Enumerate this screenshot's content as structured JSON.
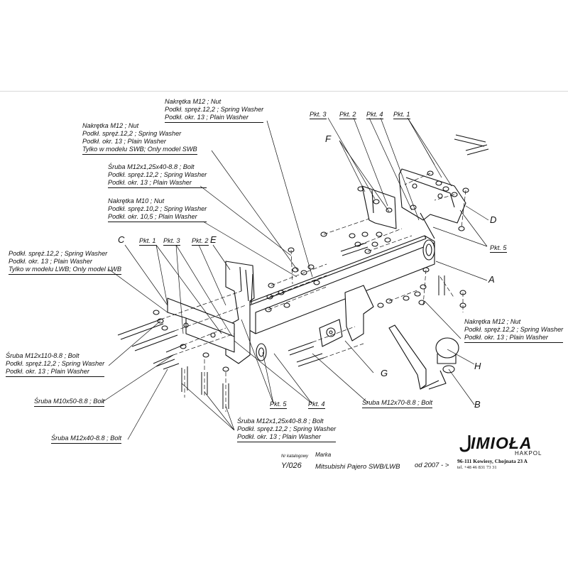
{
  "notes": {
    "nut_m12_top": [
      "Nakrętka  M12 ; Nut",
      "Podkł. spręż.12,2 ; Spring Washer",
      "Podkł. okr. 13 ; Plain Washer"
    ],
    "nut_m12_swb": [
      "Nakrętka  M12 ; Nut",
      "Podkł. spręż.12,2 ; Spring Washer",
      "Podkł. okr. 13 ; Plain Washer",
      "Tylko w modelu SWB; Only model SWB"
    ],
    "bolt_m12x125_top": [
      "Śruba M12x1,25x40-8.8 ;  Bolt",
      "Podkł. spręż.12,2 ; Spring Washer",
      "Podkł. okr. 13 ; Plain Washer"
    ],
    "nut_m10": [
      "Nakrętka  M10 ; Nut",
      "Podkł. spręż.10,2 ; Spring Washer",
      "Podkł. okr. 10,5 ; Plain Washer"
    ],
    "washers_lwb": [
      "Podkł. spręż.12,2 ; Spring Washer",
      "Podkł. okr. 13 ; Plain Washer",
      "Tylko w modelu LWB; Only model LWB"
    ],
    "nut_m12_right": [
      "Nakrętka  M12 ; Nut",
      "Podkł. spręż.12,2 ; Spring Washer",
      "Podkł. okr. 13 ; Plain Washer"
    ],
    "bolt_m12x110": [
      "Śruba M12x110-8.8 ;  Bolt",
      "Podkł. spręż.12,2 ; Spring Washer",
      "Podkł. okr. 13 ; Plain Washer"
    ],
    "bolt_m10x50": [
      "Śruba M10x50-8.8 ;  Bolt"
    ],
    "bolt_m12x40": [
      "Śruba M12x40-8.8 ;  Bolt"
    ],
    "bolt_m12x125_bottom": [
      "Śruba M12x1,25x40-8.8 ;  Bolt",
      "Podkł. spręż.12,2 ; Spring Washer",
      "Podkł. okr. 13 ; Plain Washer"
    ],
    "bolt_m12x70": [
      "Śruba M12x70-8.8 ;  Bolt"
    ]
  },
  "pkt": {
    "p3_top": "Pkt. 3",
    "p2_top": "Pkt. 2",
    "p4_top": "Pkt. 4",
    "p1_top": "Pkt. 1",
    "p1_left": "Pkt. 1",
    "p3_left": "Pkt. 3",
    "p2_left": "Pkt. 2",
    "p5_right": "Pkt. 5",
    "p5_bottom": "Pkt. 5",
    "p4_bottom": "Pkt. 4"
  },
  "letters": {
    "F": "F",
    "D": "D",
    "C": "C",
    "E": "E",
    "A": "A",
    "H": "H",
    "G": "G",
    "B": "B"
  },
  "title_block": {
    "catalog_label": "Nr katalogowy",
    "brand_label": "Marka",
    "catalog_no": "Y/026",
    "model": "Mitsubishi Pajero SWB/LWB",
    "from": "od  2007 - >"
  },
  "company": {
    "name": "IMIOŁA",
    "sub": "HAKPOL",
    "address": "96-111 Kowiesy, Chojnata 23 A",
    "tel": "tel. +48 46 831 73 31"
  }
}
